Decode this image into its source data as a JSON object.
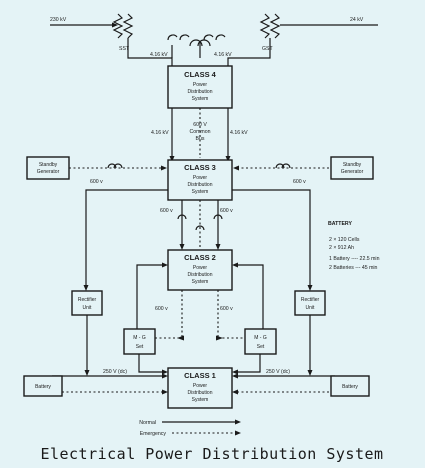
{
  "sources": {
    "left_voltage": "230 kV",
    "right_voltage": "24 kV",
    "left_transformer": "SST",
    "right_transformer": "GST",
    "left_class4_feed": "4.16 kV",
    "right_class4_feed": "4.16 kV"
  },
  "class4": {
    "title": "CLASS 4",
    "line1": "Power",
    "line2": "Distribution",
    "line3": "System"
  },
  "class3": {
    "title": "CLASS 3",
    "line1": "Power",
    "line2": "Distribution",
    "line3": "System"
  },
  "class2": {
    "title": "CLASS 2",
    "line1": "Power",
    "line2": "Distribution",
    "line3": "System"
  },
  "class1": {
    "title": "CLASS 1",
    "line1": "Power",
    "line2": "Distribution",
    "line3": "System"
  },
  "bus": {
    "left_feed": "4.16 kV",
    "right_feed": "4.16 kV",
    "common_line1": "600 V",
    "common_line2": "Common",
    "common_line3": "Bus"
  },
  "standby_left": {
    "line1": "Standby",
    "line2": "Generator",
    "voltage": "600 v"
  },
  "standby_right": {
    "line1": "Standby",
    "line2": "Generator",
    "voltage": "600 v"
  },
  "class3_out": {
    "left": "600 v",
    "right": "600 v"
  },
  "mg_feed": {
    "left": "600 v",
    "right": "600 v"
  },
  "rectifier_left": {
    "line1": "Rectifier",
    "line2": "Unit"
  },
  "rectifier_right": {
    "line1": "Rectifier",
    "line2": "Unit"
  },
  "mg_left": {
    "line1": "M - G",
    "line2": "Set"
  },
  "mg_right": {
    "line1": "M - G",
    "line2": "Set"
  },
  "battery_left": {
    "label": "Battery",
    "voltage": "250 V (dc)"
  },
  "battery_right": {
    "label": "Battery",
    "voltage": "250 V (dc)"
  },
  "battery_info": {
    "heading": "BATTERY",
    "line1": "2 × 120 Cells",
    "line2": "2 × 912 Ah",
    "line3": "1 Battery  ---- 22.5 min",
    "line4": "2 Batteries --- 45 min"
  },
  "legend": {
    "normal": "Normal",
    "emergency": "Emergency"
  },
  "caption": "Electrical Power Distribution System",
  "colors": {
    "background": "#e4f3f6",
    "ink": "#1a1a1a"
  }
}
